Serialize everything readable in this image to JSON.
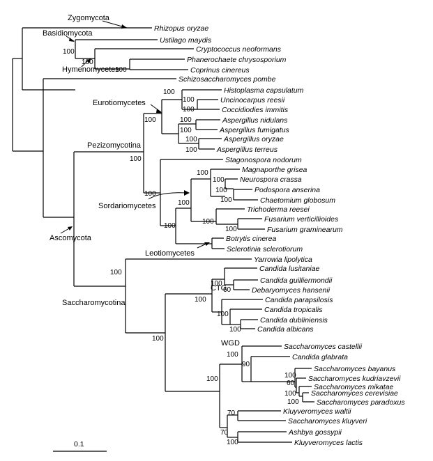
{
  "taxa": [
    "Rhizopus oryzae",
    "Ustilago maydis",
    "Cryptococcus neoformans",
    "Phanerochaete chrysosporium",
    "Coprinus cinereus",
    "Schizosaccharomyces pombe",
    "Histoplasma capsulatum",
    "Uncinocarpus reesii",
    "Coccidiodies immitis",
    "Aspergillus nidulans",
    "Aspergillus fumigatus",
    "Aspergillus oryzae",
    "Aspergillus terreus",
    "Stagonospora nodorum",
    "Magnaporthe grisea",
    "Neurospora crassa",
    "Podospora anserina",
    "Chaetomium globosum",
    "Trichoderma reesei",
    "Fusarium verticillioides",
    "Fusarium graminearum",
    "Botrytis cinerea",
    "Sclerotinia sclerotiorum",
    "Yarrowia lipolytica",
    "Candida lusitaniae",
    "Candida guilliermondii",
    "Debaryomyces hansenii",
    "Candida parapsilosis",
    "Candida tropicalis",
    "Candida dubliniensis",
    "Candida albicans",
    "Saccharomyces castellii",
    "Candida glabrata",
    "Saccharomyces bayanus",
    "Saccharomyces kudriavzevii",
    "Saccharomyces mikatae",
    "Saccharomyces cerevisiae",
    "Saccharomyces paradoxus",
    "Kluyveromyces waltii",
    "Saccharomyces kluyveri",
    "Ashbya gossypii",
    "Kluyveromyces lactis"
  ],
  "groups": {
    "zygomycota": "Zygomycota",
    "basidiomycota": "Basidiomycota",
    "hymenomycetes": "Hymenomycetes",
    "eurotiomycetes": "Eurotiomycetes",
    "pezizomycotina": "Pezizomycotina",
    "sordariomycetes": "Sordariomycetes",
    "ascomycota": "Ascomycota",
    "leotiomycetes": "Leotiomycetes",
    "saccharomycotina": "Saccharomycotina",
    "ctg": "CTG",
    "wgd": "WGD"
  },
  "bootstrap": "100",
  "bootstrap_60": "60",
  "bootstrap_90": "90",
  "bootstrap_70": "70",
  "scale_label": "0.1"
}
